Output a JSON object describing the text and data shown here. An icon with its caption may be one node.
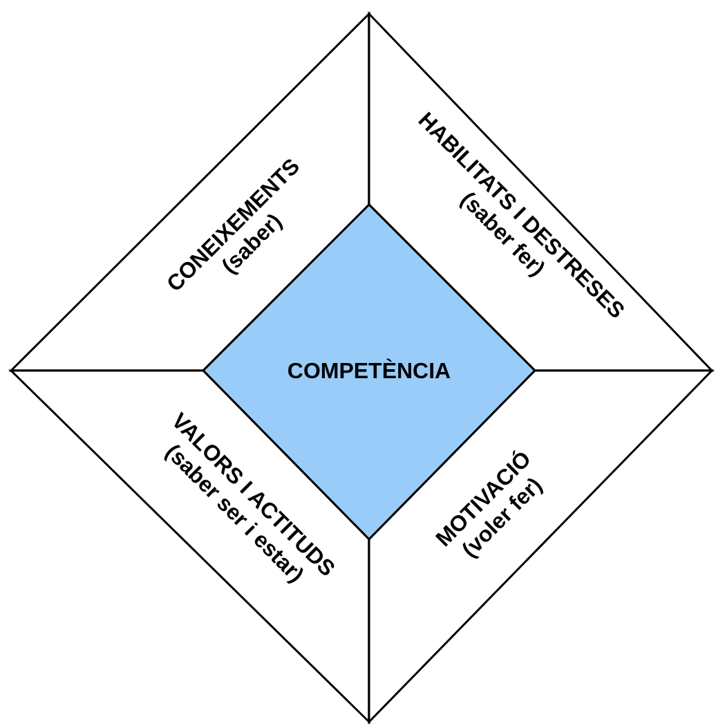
{
  "diagram": {
    "nodes": [
      {
        "text": [
          "CONEIXEMENTS",
          "(saber)"
        ]
      },
      {
        "text": [
          "HABILITATS I DESTRESES",
          "(saber fer)"
        ]
      },
      {
        "text": [
          "COMPETÈNCIA"
        ]
      },
      {
        "text": [
          "VALORS I ACTITUDS",
          "(saber ser i estar)"
        ]
      },
      {
        "text": [
          "MOTIVACIÓ",
          "(voler fer)"
        ]
      }
    ]
  }
}
